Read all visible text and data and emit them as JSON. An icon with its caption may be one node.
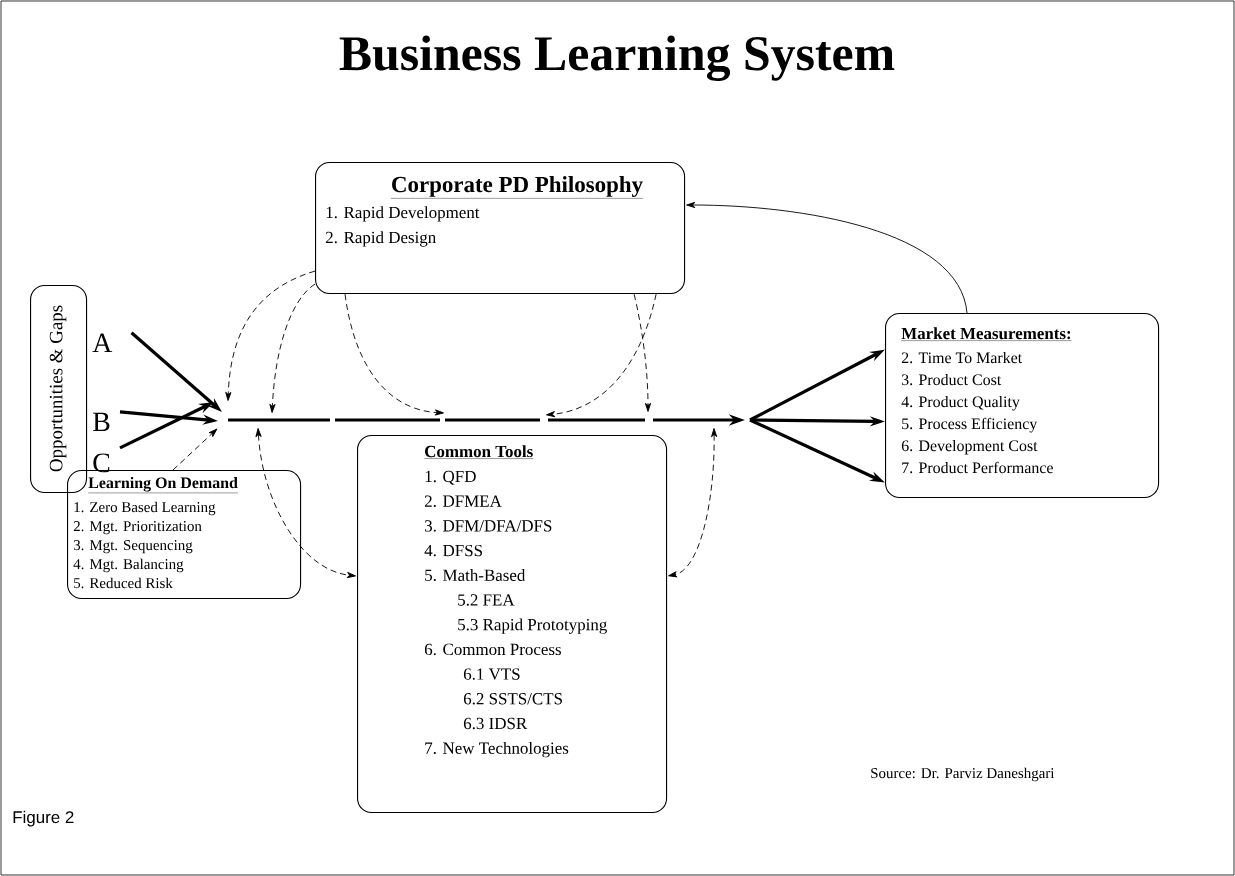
{
  "diagram": {
    "title": "Business Learning System",
    "nodes": [
      {
        "text": [
          "Opportunities & Gaps"
        ]
      },
      {
        "text": [
          "Corporate PD Philosophy",
          "1. Rapid Development",
          "2. Rapid Design"
        ]
      },
      {
        "text": [
          "Market Measurements:",
          "2. Time To Market",
          "3. Product Cost",
          "4. Product Quality",
          "5. Process Efficiency",
          "6. Development Cost",
          "7. Product Performance"
        ]
      },
      {
        "text": [
          "Common Tools",
          "1. QFD",
          "2. DFMEA",
          "3. DFM/DFA/DFS",
          "4. DFSS",
          "5. Math-Based",
          "5.2 FEA",
          "5.3 Rapid Prototyping",
          "6. Common Process",
          "6.1 VTS",
          "6.2 SSTS/CTS",
          "6.3 IDSR",
          "7. New Technologies"
        ]
      },
      {
        "text": [
          "Learning On Demand",
          "1. Zero Based Learning",
          "2. Mgt. Prioritization",
          "3. Mgt. Sequencing",
          "4. Mgt. Balancing",
          "5. Reduced Risk"
        ]
      },
      {
        "text": [
          "A"
        ]
      },
      {
        "text": [
          "B"
        ]
      },
      {
        "text": [
          "C"
        ]
      }
    ],
    "edges": [
      {
        "from": 5,
        "to": null,
        "arrow": "to",
        "style": "thick"
      },
      {
        "from": 6,
        "to": null,
        "arrow": "to",
        "style": "thick"
      },
      {
        "from": 7,
        "to": null,
        "arrow": "to",
        "style": "thick"
      },
      {
        "from": 1,
        "to": null,
        "arrow": "to",
        "style": "dashed"
      },
      {
        "from": 1,
        "to": null,
        "arrow": "to",
        "style": "dashed"
      },
      {
        "from": 1,
        "to": null,
        "arrow": "to",
        "style": "dashed"
      },
      {
        "from": 1,
        "to": null,
        "arrow": "to",
        "style": "dashed"
      },
      {
        "from": 1,
        "to": null,
        "arrow": "to",
        "style": "dashed"
      },
      {
        "from": 4,
        "to": null,
        "arrow": "to",
        "style": "dashed"
      },
      {
        "from": null,
        "to": 3,
        "arrow": "both",
        "style": "dashed"
      },
      {
        "from": null,
        "to": 3,
        "arrow": "both",
        "style": "dashed"
      },
      {
        "from": 2,
        "to": 1,
        "arrow": "to"
      },
      {
        "from": null,
        "to": 2,
        "arrow": "to",
        "style": "thick"
      },
      {
        "from": null,
        "to": 2,
        "arrow": "to",
        "style": "thick"
      },
      {
        "from": null,
        "to": 2,
        "arrow": "to",
        "style": "thick"
      }
    ],
    "labels": [
      "Source: Dr. Parviz Daneshgari",
      "Figure 2"
    ]
  }
}
